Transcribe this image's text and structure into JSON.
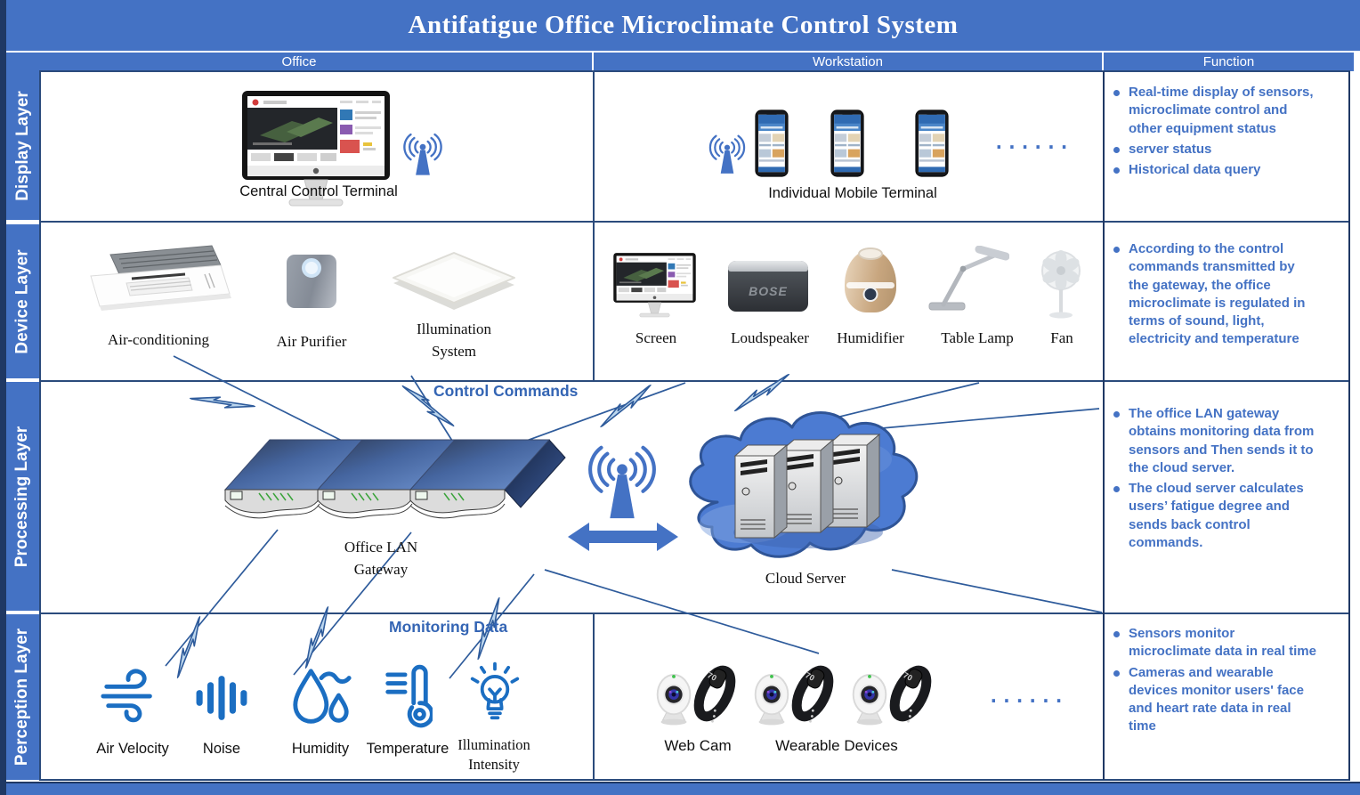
{
  "title": "Antifatigue Office Microclimate Control System",
  "columns": {
    "office": "Office",
    "workstation": "Workstation",
    "function": "Function"
  },
  "layers": {
    "display": "Display Layer",
    "device": "Device Layer",
    "processing": "Processing Layer",
    "perception": "Perception Layer"
  },
  "display": {
    "office": {
      "label": "Central Control Terminal"
    },
    "workstation": {
      "label": "Individual Mobile Terminal",
      "ellipsis": "......"
    },
    "function": {
      "bullets": [
        "Real-time display of sensors, microclimate control and other equipment status",
        "server status",
        "Historical data query"
      ]
    }
  },
  "device": {
    "office": {
      "items": [
        "Air-conditioning",
        "Air Purifier",
        "Illumination System"
      ]
    },
    "workstation": {
      "items": [
        "Screen",
        "Loudspeaker",
        "Humidifier",
        "Table Lamp",
        "Fan"
      ],
      "speaker_brand": "BOSE"
    },
    "function": {
      "bullets": [
        "According to the control commands transmitted by the gateway, the office microclimate is regulated in terms of sound, light, electricity and temperature"
      ]
    }
  },
  "processing": {
    "control_commands_label": "Control Commands",
    "gateway_label": "Office LAN Gateway",
    "cloud_label": "Cloud Server",
    "function": {
      "bullets": [
        "The office LAN gateway obtains monitoring data from sensors and Then sends it to the cloud server.",
        "The cloud server calculates users’ fatigue degree and sends back control commands."
      ]
    }
  },
  "perception": {
    "monitoring_data_label": "Monitoring Data",
    "office": {
      "items": [
        "Air Velocity",
        "Noise",
        "Humidity",
        "Temperature",
        "Illumination Intensity"
      ]
    },
    "workstation": {
      "labels": [
        "Web Cam",
        "Wearable Devices"
      ],
      "ellipsis": "......",
      "band_screen": "70"
    },
    "function": {
      "bullets": [
        "Sensors monitor microclimate data in real time",
        "Cameras and wearable devices monitor users' face and heart rate data in real time"
      ]
    }
  },
  "icons": {
    "monitor": "imac-monitor-icon",
    "antenna": "wifi-antenna-icon",
    "phone": "smartphone-icon",
    "ac": "air-conditioner-icon",
    "purifier": "air-purifier-icon",
    "lightpanel": "ceiling-light-icon",
    "speaker": "loudspeaker-icon",
    "humidifier": "humidifier-icon",
    "lamp": "table-lamp-icon",
    "fan": "fan-icon",
    "gateway": "lan-gateway-icon",
    "cloud": "cloud-server-icon",
    "arrow": "double-arrow-icon",
    "wind": "wind-icon",
    "noise": "sound-bars-icon",
    "humidity": "water-drops-icon",
    "thermo": "thermometer-icon",
    "bulb": "light-bulb-icon",
    "webcam": "webcam-icon",
    "band": "wristband-icon",
    "bolt": "lightning-bolt-icon"
  },
  "colors": {
    "accent": "#4472C4",
    "dark_navy": "#1F3864",
    "grid_line": "#2B4B7C",
    "function_text": "#4472C4",
    "bolt_fill": "#BDD7EE",
    "bolt_stroke": "#2E5B9B"
  }
}
